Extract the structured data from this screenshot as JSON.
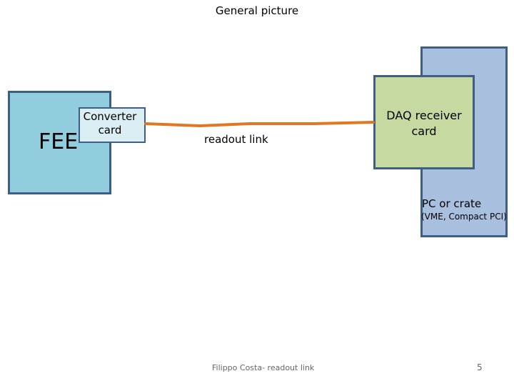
{
  "slide": {
    "title": "General picture",
    "footer": "Filippo Costa- readout link",
    "page_number": "5"
  },
  "diagram": {
    "fee_label": "FEE",
    "converter_label": "Converter card",
    "daq_label": "DAQ receiver card",
    "pc_label": "PC or crate",
    "pc_sublabel": "(VME, Compact PCI)",
    "link_label": "readout link"
  },
  "colors": {
    "fee": "#92cddd",
    "converter": "#daeef3",
    "daq": "#c6d9a0",
    "pc": "#a8bfdd",
    "border": "#3d5f86",
    "link": "#e07722"
  }
}
